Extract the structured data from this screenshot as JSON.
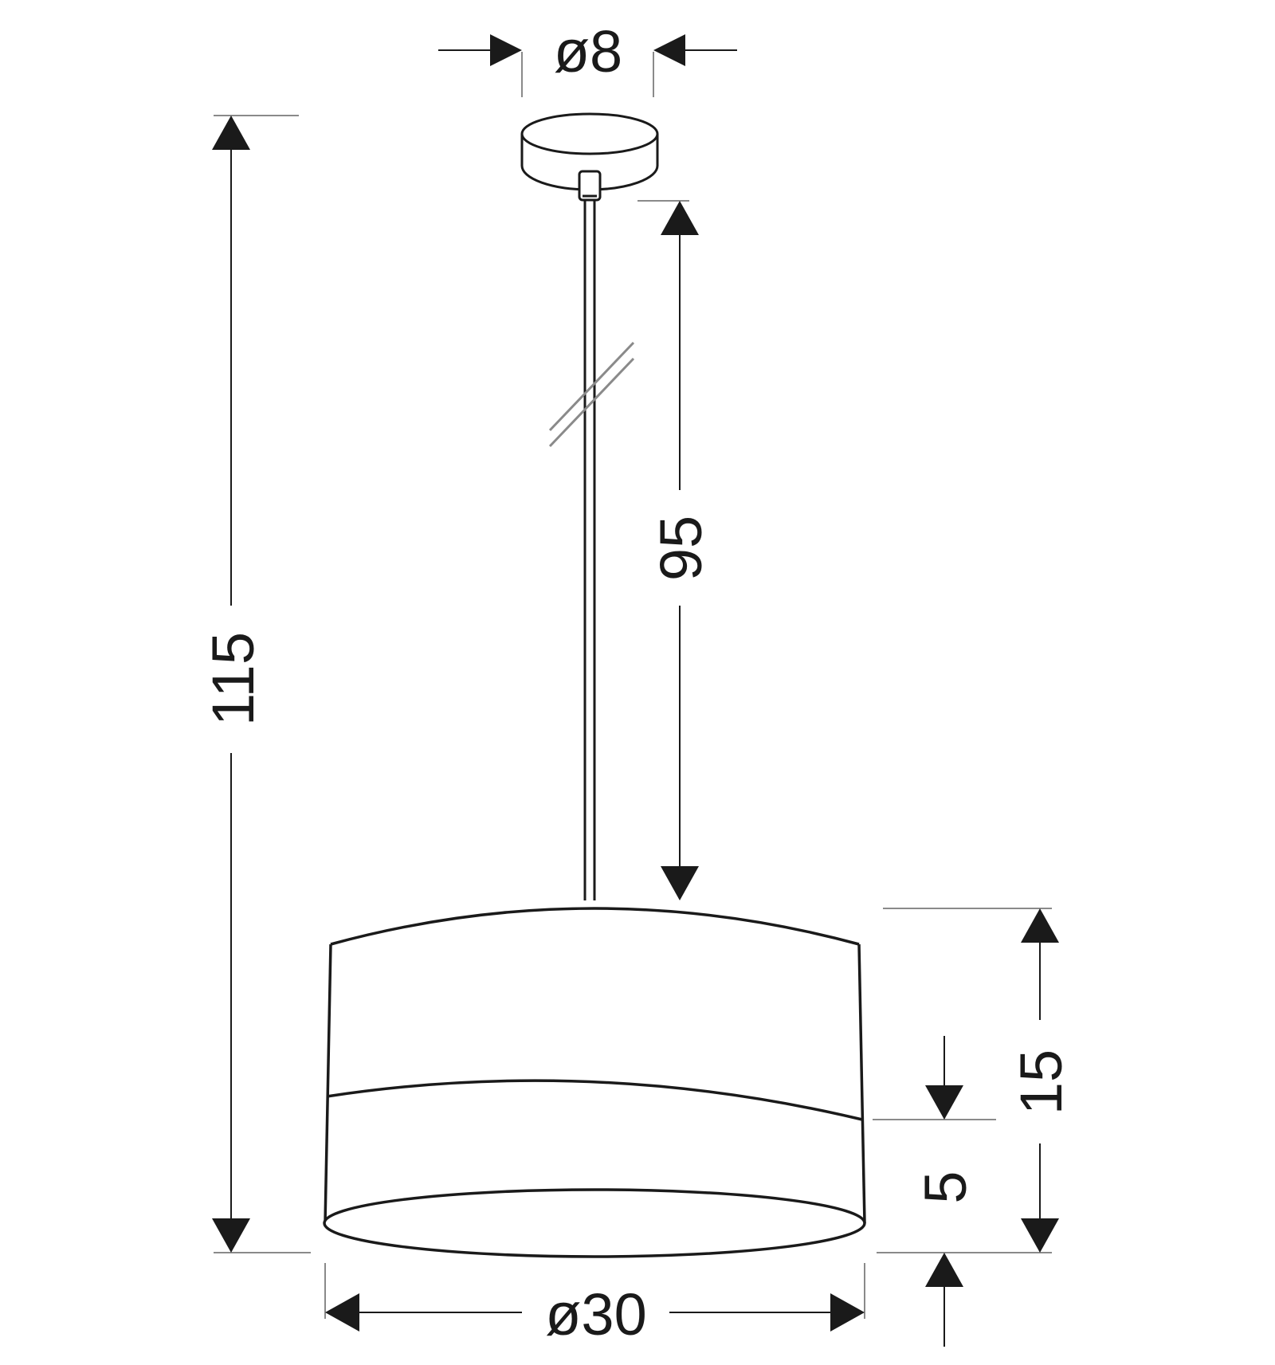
{
  "diagram": {
    "labels": {
      "top_diameter": "ø8",
      "total_height": "115",
      "cord_length": "95",
      "shade_height": "15",
      "band_height": "5",
      "shade_diameter": "ø30"
    },
    "colors": {
      "line": "#1a1a1a",
      "guide": "#8a8a8a",
      "background": "#ffffff"
    }
  }
}
